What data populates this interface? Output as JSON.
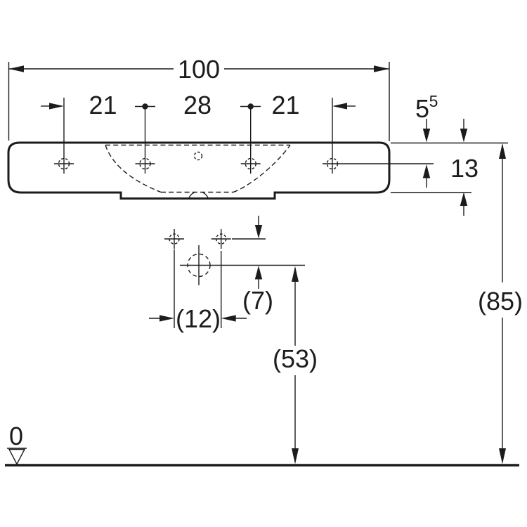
{
  "drawing": {
    "colors": {
      "line": "#1c1c1c",
      "background": "#ffffff"
    },
    "labels": {
      "overall_width": "100",
      "tap_spacing_left": "21",
      "tap_spacing_center": "28",
      "tap_spacing_right": "21",
      "rim_to_tap_main": "5",
      "rim_to_tap_sup": "5",
      "basin_height": "13",
      "fixing_hole_spacing": "(12)",
      "drain_to_fixing": "(7)",
      "drain_height": "(53)",
      "rim_height": "(85)",
      "floor_datum": "0"
    }
  }
}
